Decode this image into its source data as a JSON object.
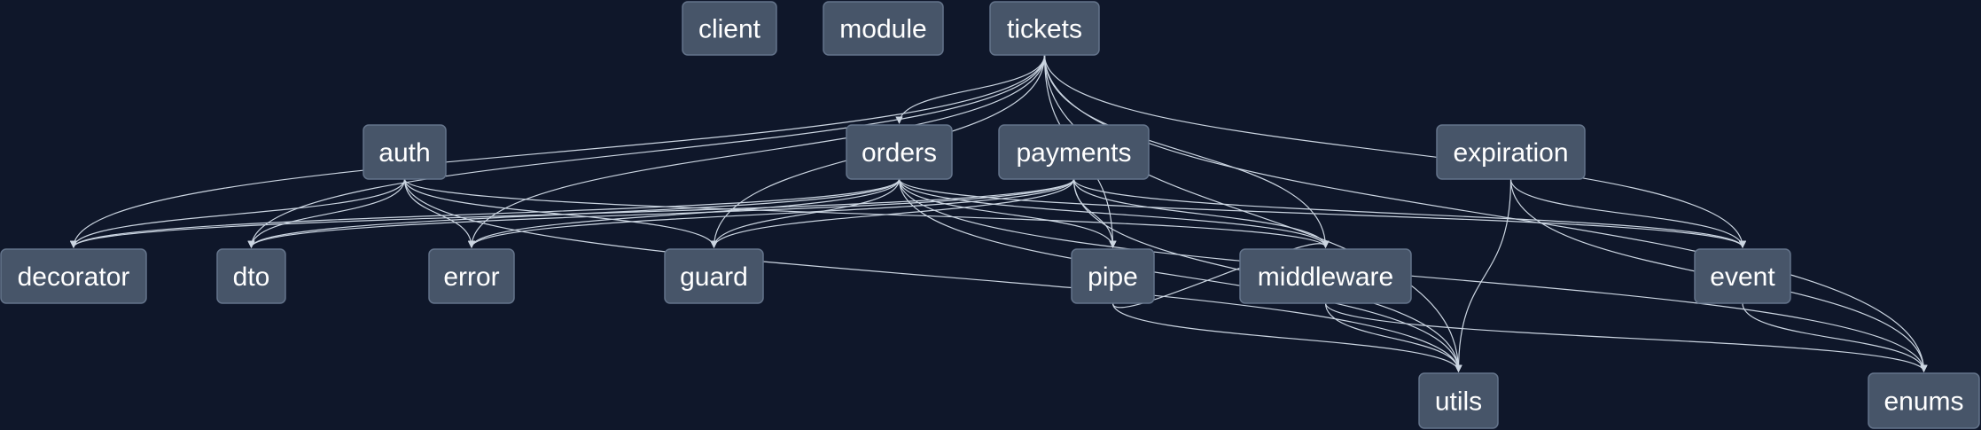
{
  "diagram": {
    "type": "dependency-graph",
    "colors": {
      "background": "#0f172a",
      "node_fill": "#475569",
      "node_border": "#64748b",
      "node_text": "#ffffff",
      "edge": "#cbd5e1"
    },
    "nodes": [
      {
        "id": "client",
        "label": "client"
      },
      {
        "id": "module",
        "label": "module"
      },
      {
        "id": "tickets",
        "label": "tickets"
      },
      {
        "id": "auth",
        "label": "auth"
      },
      {
        "id": "orders",
        "label": "orders"
      },
      {
        "id": "payments",
        "label": "payments"
      },
      {
        "id": "expiration",
        "label": "expiration"
      },
      {
        "id": "decorator",
        "label": "decorator"
      },
      {
        "id": "dto",
        "label": "dto"
      },
      {
        "id": "error",
        "label": "error"
      },
      {
        "id": "guard",
        "label": "guard"
      },
      {
        "id": "pipe",
        "label": "pipe"
      },
      {
        "id": "middleware",
        "label": "middleware"
      },
      {
        "id": "event",
        "label": "event"
      },
      {
        "id": "utils",
        "label": "utils"
      },
      {
        "id": "enums",
        "label": "enums"
      }
    ],
    "edges": [
      {
        "from": "tickets",
        "to": "orders"
      },
      {
        "from": "tickets",
        "to": "decorator"
      },
      {
        "from": "tickets",
        "to": "dto"
      },
      {
        "from": "tickets",
        "to": "error"
      },
      {
        "from": "tickets",
        "to": "guard"
      },
      {
        "from": "tickets",
        "to": "pipe"
      },
      {
        "from": "tickets",
        "to": "middleware"
      },
      {
        "from": "tickets",
        "to": "event"
      },
      {
        "from": "tickets",
        "to": "utils"
      },
      {
        "from": "tickets",
        "to": "enums"
      },
      {
        "from": "auth",
        "to": "decorator"
      },
      {
        "from": "auth",
        "to": "dto"
      },
      {
        "from": "auth",
        "to": "error"
      },
      {
        "from": "auth",
        "to": "guard"
      },
      {
        "from": "auth",
        "to": "middleware"
      },
      {
        "from": "auth",
        "to": "utils"
      },
      {
        "from": "orders",
        "to": "decorator"
      },
      {
        "from": "orders",
        "to": "dto"
      },
      {
        "from": "orders",
        "to": "error"
      },
      {
        "from": "orders",
        "to": "guard"
      },
      {
        "from": "orders",
        "to": "pipe"
      },
      {
        "from": "orders",
        "to": "middleware"
      },
      {
        "from": "orders",
        "to": "event"
      },
      {
        "from": "orders",
        "to": "utils"
      },
      {
        "from": "orders",
        "to": "enums"
      },
      {
        "from": "payments",
        "to": "decorator"
      },
      {
        "from": "payments",
        "to": "dto"
      },
      {
        "from": "payments",
        "to": "error"
      },
      {
        "from": "payments",
        "to": "guard"
      },
      {
        "from": "payments",
        "to": "pipe"
      },
      {
        "from": "payments",
        "to": "middleware"
      },
      {
        "from": "payments",
        "to": "event"
      },
      {
        "from": "payments",
        "to": "utils"
      },
      {
        "from": "expiration",
        "to": "event"
      },
      {
        "from": "expiration",
        "to": "utils"
      },
      {
        "from": "expiration",
        "to": "enums"
      },
      {
        "from": "pipe",
        "to": "middleware"
      },
      {
        "from": "pipe",
        "to": "utils"
      },
      {
        "from": "middleware",
        "to": "utils"
      },
      {
        "from": "middleware",
        "to": "enums"
      },
      {
        "from": "event",
        "to": "enums"
      }
    ]
  }
}
